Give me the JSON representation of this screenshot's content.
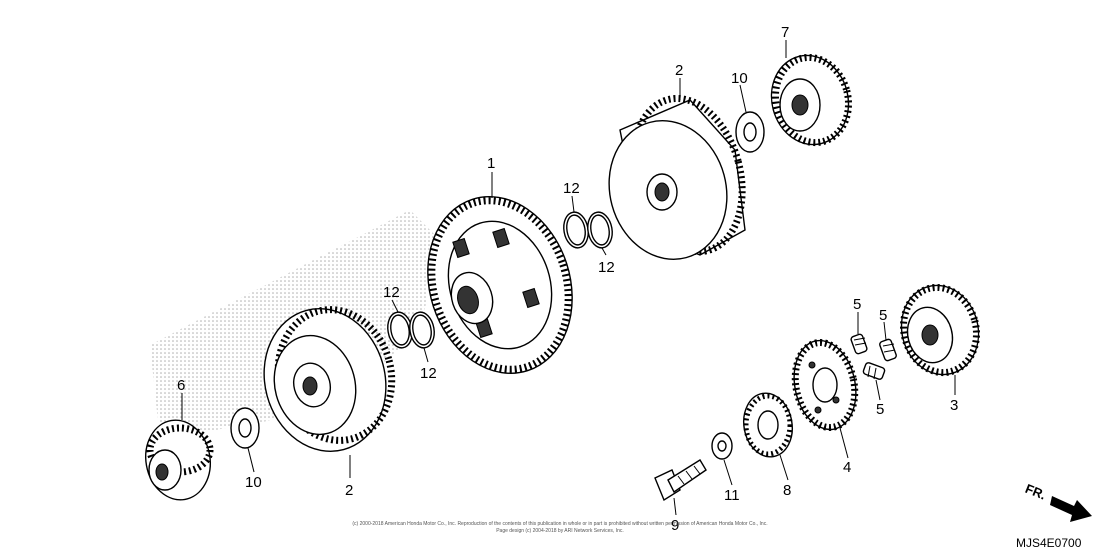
{
  "callouts": {
    "c1": "1",
    "c2a": "2",
    "c2b": "2",
    "c3": "3",
    "c4": "4",
    "c5a": "5",
    "c5b": "5",
    "c5c": "5",
    "c6": "6",
    "c7": "7",
    "c8": "8",
    "c9": "9",
    "c10a": "10",
    "c10b": "10",
    "c11": "11",
    "c12a": "12",
    "c12b": "12",
    "c12c": "12",
    "c12d": "12"
  },
  "front_arrow_label": "FR.",
  "diagram_code": "MJS4E0700",
  "copyright_line1": "(c) 2000-2018 American Honda Motor Co., Inc. Reproduction of the contents of this publication in whole or in part is prohibited without written permission of American Honda Motor Co., Inc.",
  "copyright_line2": "Page design (c) 2004-2018 by ARI Network Services, Inc.",
  "colors": {
    "line": "#000000",
    "shade": "#bdbdbd",
    "background": "#ffffff"
  }
}
